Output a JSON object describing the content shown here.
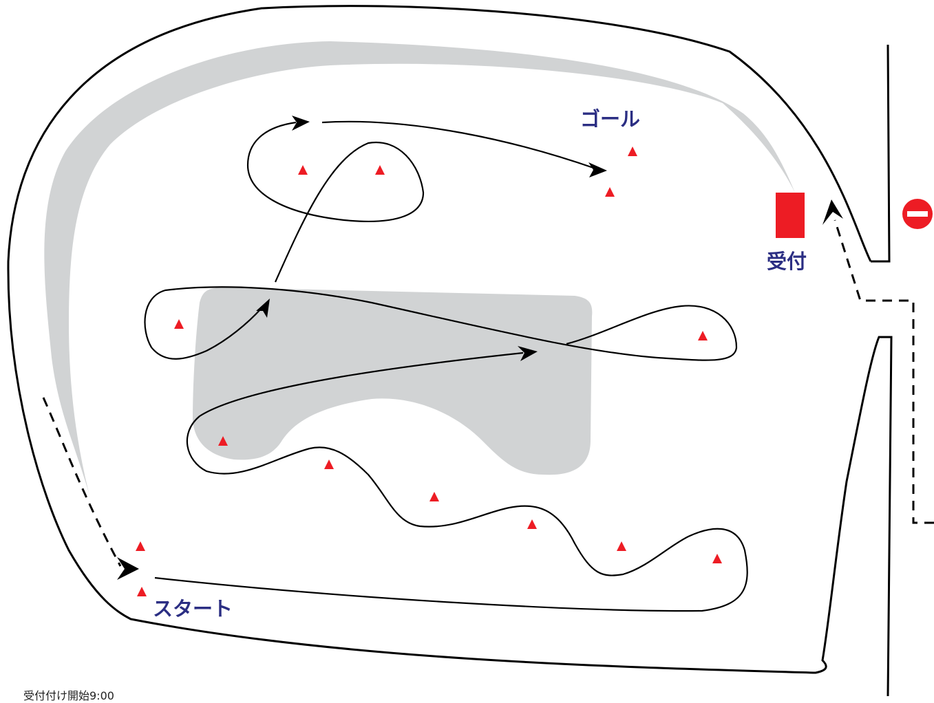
{
  "labels": {
    "start": "スタート",
    "goal": "ゴール",
    "reception": "受付"
  },
  "note": "受付付け開始9:00",
  "icons": {
    "pylon": "cone-triangle",
    "no_entry": "no-entry-icon"
  },
  "colors": {
    "label_text": "#2b2e83",
    "cone": "#ed1c24",
    "reception_box": "#ed1c24",
    "area_fill": "#d1d3d4",
    "line": "#000000"
  }
}
